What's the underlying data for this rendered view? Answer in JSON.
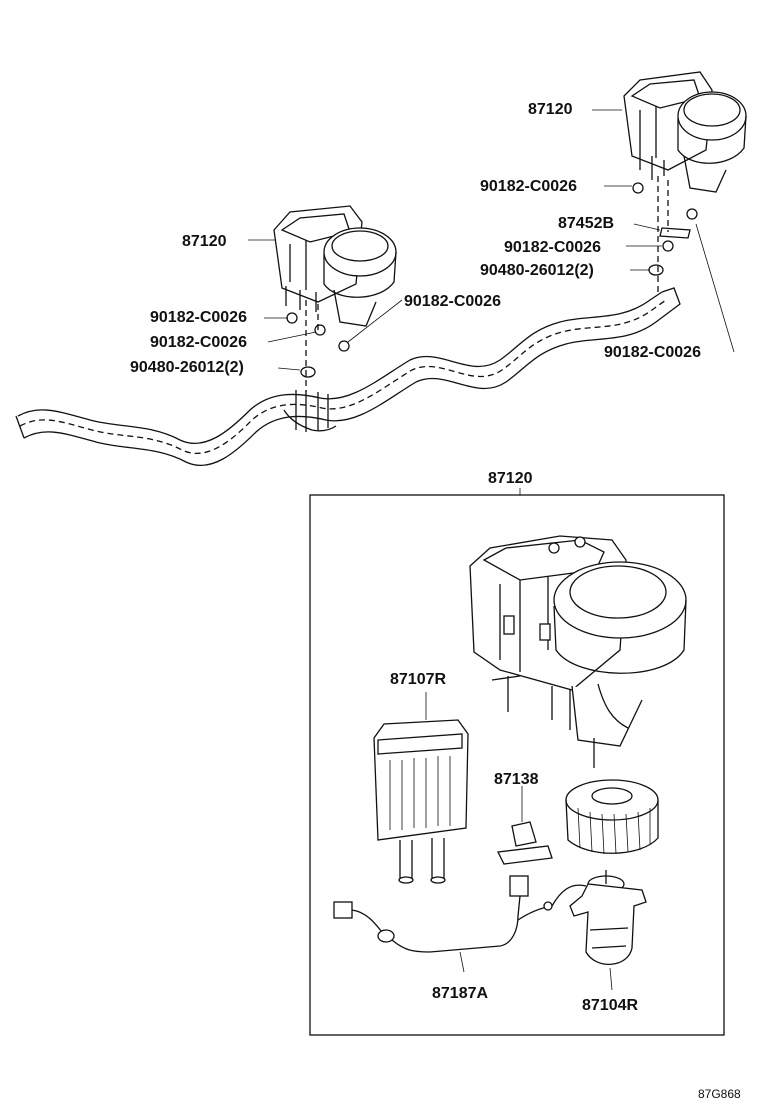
{
  "diagram_code": "87G868",
  "labels": {
    "heater_left": "87120",
    "heater_right": "87120",
    "heater_exploded": "87120",
    "nut_r1": "90182-C0026",
    "bracket_r": "87452B",
    "nut_r2": "90182-C0026",
    "grommet_r": "90480-26012(2)",
    "nut_r3": "90182-C0026",
    "nut_l1": "90182-C0026",
    "nut_l2": "90182-C0026",
    "nut_l3": "90182-C0026",
    "grommet_l": "90480-26012(2)",
    "radiator": "87107R",
    "resistor": "87138",
    "wire": "87187A",
    "motor": "87104R"
  }
}
